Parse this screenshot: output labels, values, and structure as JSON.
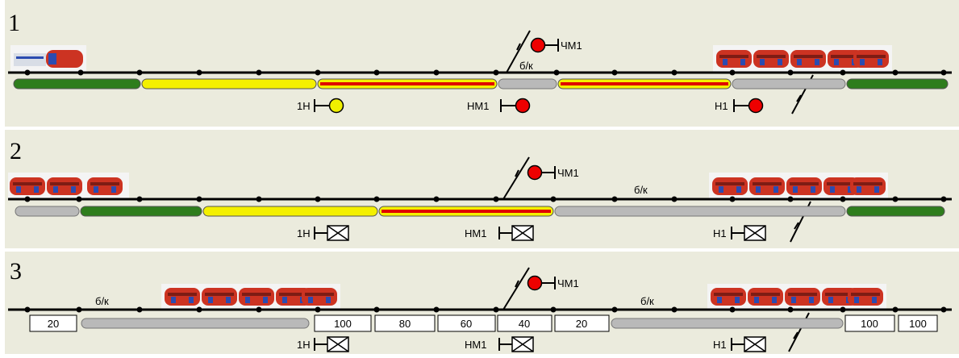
{
  "colors": {
    "panel_bg": "#ebebdd",
    "separator": "#ffffff",
    "rail": "#000000",
    "green": "#2e7d1c",
    "yellow": "#f4f000",
    "red": "#e00000",
    "gray": "#b9b9b9",
    "signal_red": "#ee0000",
    "signal_yellow": "#f0f000"
  },
  "panels": [
    {
      "number": "1",
      "labels": {
        "top_signal": "ЧМ1",
        "bk": "б/к",
        "sig_1h": "1Н",
        "sig_nm1": "НМ1",
        "sig_n1": "Н1"
      },
      "signal_states": {
        "top": "red",
        "1h": "yellow",
        "nm1": "red",
        "n1": "red"
      }
    },
    {
      "number": "2",
      "labels": {
        "top_signal": "ЧМ1",
        "bk": "б/к",
        "sig_1h": "1Н",
        "sig_nm1": "НМ1",
        "sig_n1": "Н1"
      },
      "signal_states": {
        "top": "red",
        "1h": "crossed",
        "nm1": "crossed",
        "n1": "crossed"
      }
    },
    {
      "number": "3",
      "labels": {
        "top_signal": "ЧМ1",
        "bk_left": "б/к",
        "bk_right": "б/к",
        "sig_1h": "1Н",
        "sig_nm1": "НМ1",
        "sig_n1": "Н1"
      },
      "signal_states": {
        "top": "red",
        "1h": "crossed",
        "nm1": "crossed",
        "n1": "crossed"
      },
      "speed_boxes": [
        "20",
        "100",
        "80",
        "60",
        "40",
        "20",
        "100",
        "100"
      ]
    }
  ]
}
